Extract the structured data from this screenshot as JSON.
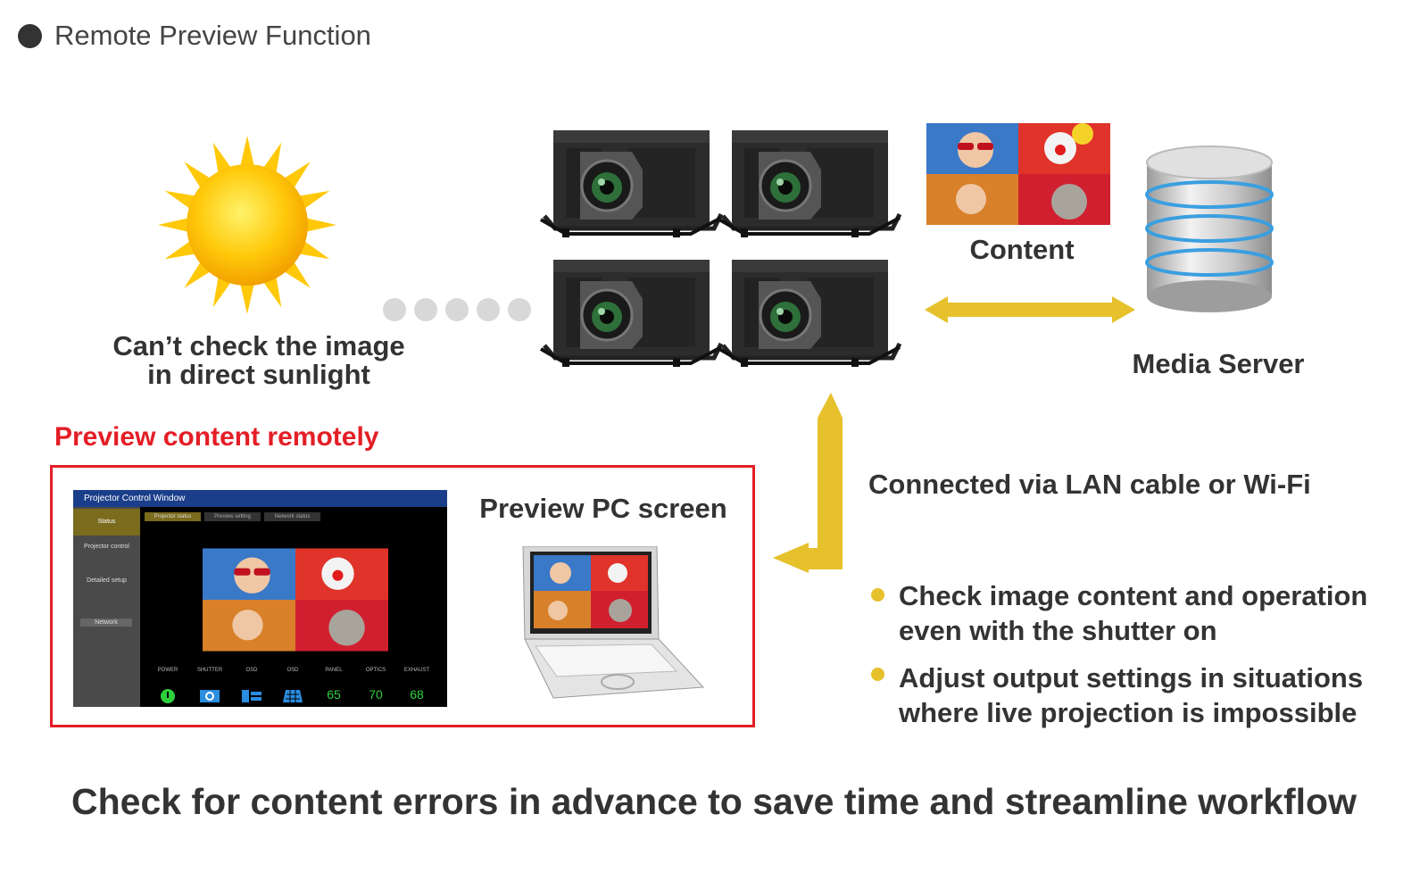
{
  "header": {
    "title": "Remote Preview Function"
  },
  "sun_caption": {
    "line1": "Can’t check the image",
    "line2": "in direct sunlight"
  },
  "content_label": "Content",
  "server_label": "Media Server",
  "remote": {
    "title": "Preview content remotely",
    "pc_label": "Preview PC screen"
  },
  "connection_label": "Connected via LAN cable or Wi-Fi",
  "bullets": [
    {
      "line1": "Check image content and operation",
      "line2": "even with the shutter on"
    },
    {
      "line1": "Adjust output settings in situations",
      "line2": "where live projection is impossible"
    }
  ],
  "footer": "Check for content errors in advance to save time and streamline workflow",
  "control_window": {
    "title": "Projector Control Window",
    "side_items": [
      "Status",
      "Projector control",
      "Detailed setup",
      "Network"
    ],
    "tabs": [
      "Projector status",
      "Preview setting",
      "Network status"
    ],
    "status_labels": [
      "POWER",
      "SHUTTER",
      "OSD",
      "OSD",
      "PANEL",
      "OPTICS",
      "EXHAUST"
    ],
    "status_values": [
      "65",
      "70",
      "68"
    ]
  },
  "colors": {
    "accent_red": "#e41e26",
    "arrow_gold": "#e6c12c",
    "text": "#333333"
  }
}
